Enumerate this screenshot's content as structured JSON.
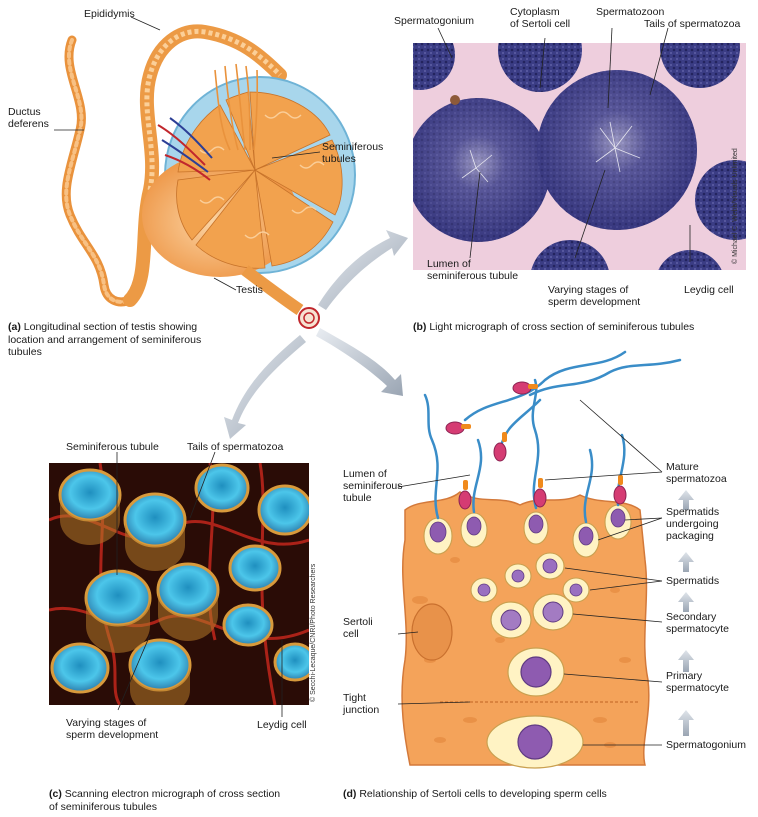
{
  "panel_a": {
    "labels": {
      "epididymis": "Epididymis",
      "ductus_deferens": "Ductus\ndeferens",
      "seminiferous_tubules": "Seminiferous\ntubules",
      "testis": "Testis"
    },
    "caption_letter": "(a)",
    "caption": "Longitudinal section of testis showing\nlocation and arrangement of seminiferous\ntubules"
  },
  "panel_b": {
    "labels": {
      "spermatogonium": "Spermatogonium",
      "cytoplasm_sertoli": "Cytoplasm\nof Sertoli cell",
      "spermatozoon": "Spermatozoon",
      "tails": "Tails of spermatozoa",
      "lumen": "Lumen of\nseminiferous tubule",
      "varying_stages": "Varying stages of\nsperm development",
      "leydig": "Leydig cell"
    },
    "credit": "© Michael C. Webb/Visuals Unlimited",
    "caption_letter": "(b)",
    "caption": "Light micrograph of cross section of seminiferous tubules"
  },
  "panel_c": {
    "labels": {
      "tubule": "Seminiferous tubule",
      "tails": "Tails of spermatozoa",
      "varying_stages": "Varying stages of\nsperm development",
      "leydig": "Leydig cell"
    },
    "credit": "© Secchi-Lecaque/CNRI/Photo Researchers",
    "caption_letter": "(c)",
    "caption": "Scanning electron micrograph of cross section\nof seminiferous tubules"
  },
  "panel_d": {
    "labels": {
      "lumen": "Lumen of\nseminiferous\ntubule",
      "sertoli": "Sertoli\ncell",
      "tight_junction": "Tight\njunction",
      "mature": "Mature\nspermatozoa",
      "packaging": "Spermatids\nundergoing\npackaging",
      "spermatids": "Spermatids",
      "secondary": "Secondary\nspermatocyte",
      "primary": "Primary\nspermatocyte",
      "spermatogonium": "Spermatogonium"
    },
    "caption_letter": "(d)",
    "caption": "Relationship of Sertoli cells to developing sperm cells"
  },
  "colors": {
    "testis_orange": "#f2a24e",
    "tunica_blue": "#9fd1ea",
    "micrograph_purple": "#3e3f86",
    "sem_blue": "#3fb8e0",
    "sem_gold": "#d89a3c",
    "sem_red": "#b5231c",
    "sertoli_orange": "#f4a35a",
    "cell_cream": "#fff3c4",
    "nucleus_purple": "#8e5bb0",
    "tail_blue": "#3a8dc8"
  }
}
